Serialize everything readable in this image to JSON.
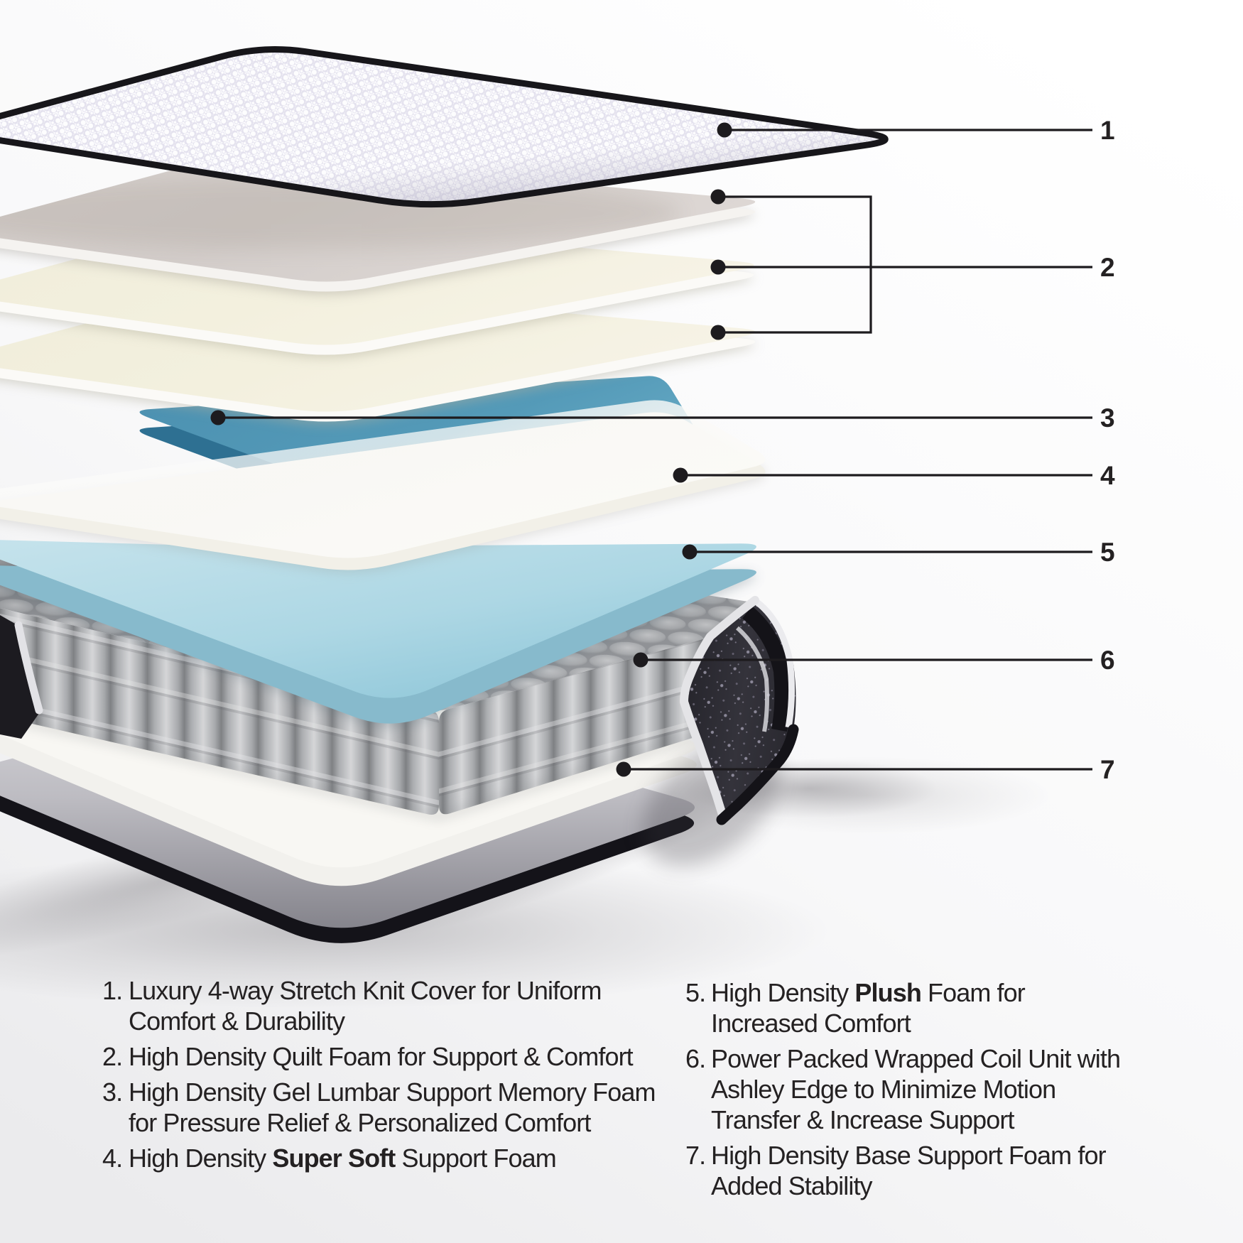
{
  "page": {
    "description": "Exploded mattress layer diagram with numbered callouts and legend",
    "background": "#f4f4f6"
  },
  "colors": {
    "callout": "#1d1b1e",
    "text": "#242122",
    "gel_teal": "#4f95b5",
    "plush_blue": "#a8d4e2",
    "fabric_dark": "#2b2a31",
    "piping_black": "#17161a"
  },
  "callouts": [
    {
      "label": "1"
    },
    {
      "label": "2"
    },
    {
      "label": "3"
    },
    {
      "label": "4"
    },
    {
      "label": "5"
    },
    {
      "label": "6"
    },
    {
      "label": "7"
    }
  ],
  "legend": {
    "left": [
      {
        "number": "1.",
        "rows": [
          {
            "pre": "Luxury 4-way Stretch Knit Cover for Uniform",
            "bold": "",
            "post": ""
          },
          {
            "pre": "Comfort & Durability",
            "bold": "",
            "post": ""
          }
        ]
      },
      {
        "number": "2.",
        "rows": [
          {
            "pre": "High Density Quilt Foam for Support & Comfort",
            "bold": "",
            "post": ""
          }
        ]
      },
      {
        "number": "3.",
        "rows": [
          {
            "pre": "High Density Gel Lumbar Support Memory Foam",
            "bold": "",
            "post": ""
          },
          {
            "pre": "for Pressure Relief & Personalized Comfort",
            "bold": "",
            "post": ""
          }
        ]
      },
      {
        "number": "4.",
        "rows": [
          {
            "pre": "High Density ",
            "bold": "Super Soft",
            "post": " Support Foam"
          }
        ]
      }
    ],
    "right": [
      {
        "number": "5.",
        "rows": [
          {
            "pre": "High Density ",
            "bold": "Plush",
            "post": " Foam for"
          },
          {
            "pre": "Increased Comfort",
            "bold": "",
            "post": ""
          }
        ]
      },
      {
        "number": "6.",
        "rows": [
          {
            "pre": "Power Packed Wrapped Coil Unit with",
            "bold": "",
            "post": ""
          },
          {
            "pre": "Ashley Edge to Minimize Motion",
            "bold": "",
            "post": ""
          },
          {
            "pre": "Transfer & Increase Support",
            "bold": "",
            "post": ""
          }
        ]
      },
      {
        "number": "7.",
        "rows": [
          {
            "pre": "High Density Base Support Foam for",
            "bold": "",
            "post": ""
          },
          {
            "pre": "Added Stability",
            "bold": "",
            "post": ""
          }
        ]
      }
    ]
  }
}
